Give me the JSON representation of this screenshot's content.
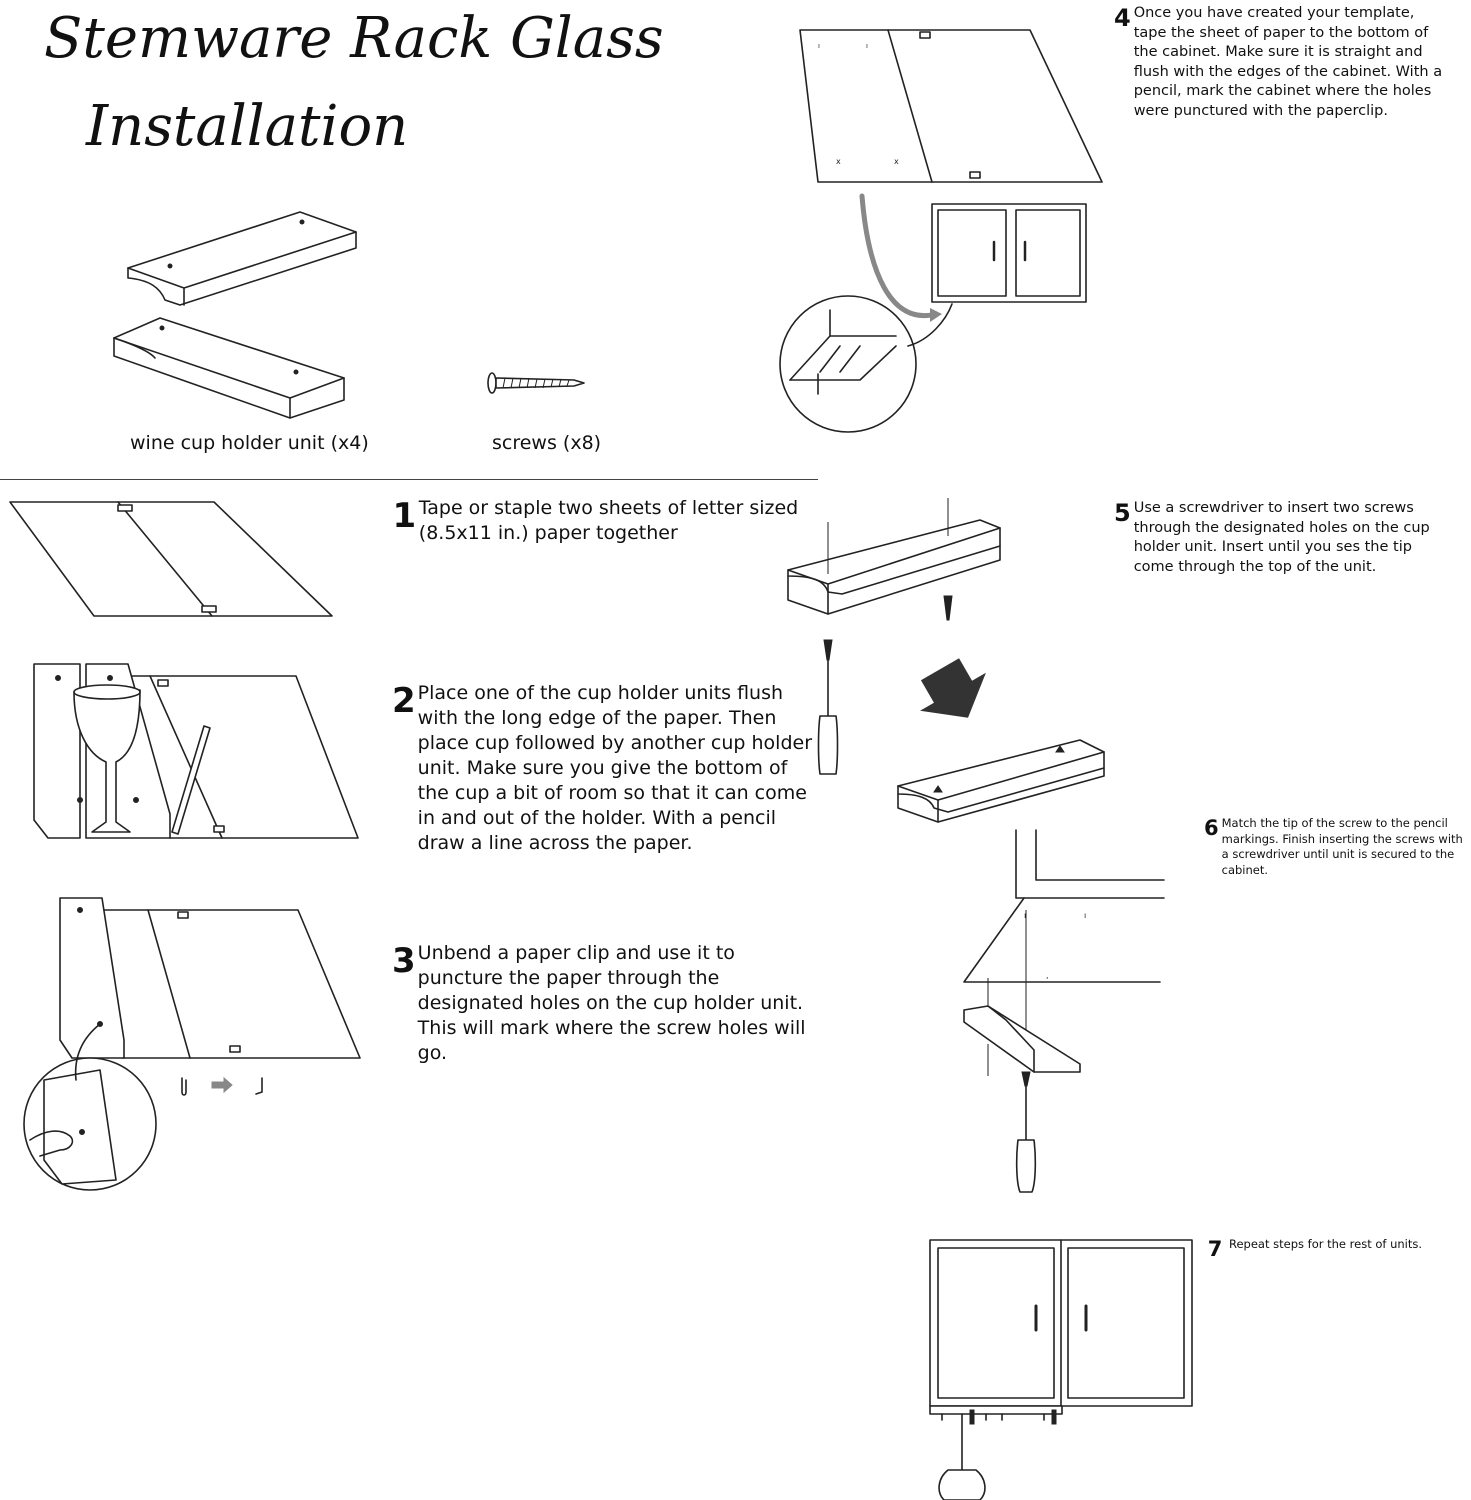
{
  "title": {
    "line1": "Stemware Rack Glass",
    "line2": "Installation"
  },
  "parts": {
    "holder_label": "wine cup holder unit (x4)",
    "screws_label": "screws (x8)"
  },
  "steps": [
    {
      "number": "1",
      "text": "Tape or staple two sheets of letter sized (8.5x11 in.) paper together"
    },
    {
      "number": "2",
      "text": "Place one of the cup holder units flush with the long edge of the paper. Then place cup followed by another cup holder unit. Make sure you give the bottom of the cup a bit of room so that it can come in and out of the holder. With a pencil draw a line across the paper."
    },
    {
      "number": "3",
      "text": "Unbend a paper clip and use it to puncture the paper through the designated holes on the cup holder unit. This will mark where the screw holes will go."
    },
    {
      "number": "4",
      "text": "Once you have created your template, tape the sheet of paper to the bottom of the cabinet. Make sure it is straight and flush with the edges of the cabinet. With a pencil, mark the cabinet where the holes were punctured with the paperclip."
    },
    {
      "number": "5",
      "text": "Use a screwdriver to insert two screws through the designated holes on the cup holder unit. Insert until you ses the tip come through the top of the unit."
    },
    {
      "number": "6",
      "text": "Match the tip of the screw to the pencil markings. Finish inserting the screws with a screwdriver until unit is secured to the cabinet."
    },
    {
      "number": "7",
      "text": "Repeat steps for the rest of units."
    }
  ],
  "colors": {
    "ink": "#222222",
    "arrow_gray": "#888888",
    "background": "#ffffff"
  }
}
